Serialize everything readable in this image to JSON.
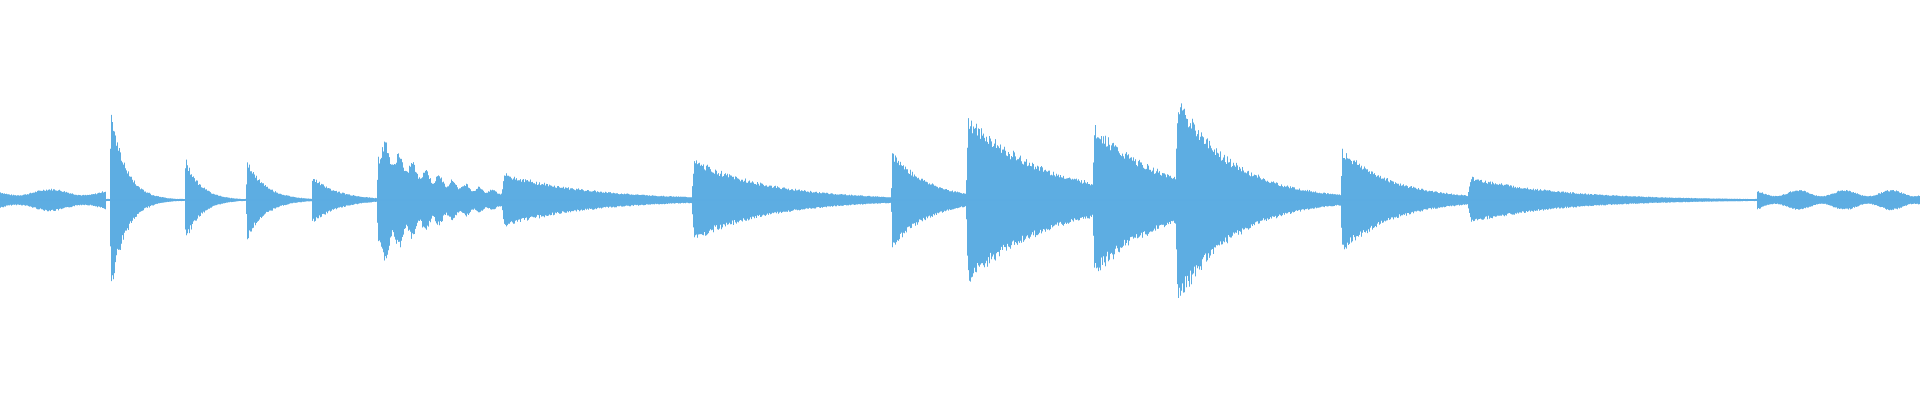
{
  "waveform": {
    "color": "#5DADE2",
    "background": "#FFFFFF",
    "baseline_amplitude": 0.01,
    "segments": [
      {
        "start": 0.0,
        "end": 0.055,
        "peak": 0.1,
        "decay": 0.0,
        "ripple": 0.55,
        "rippleFreq": 180
      },
      {
        "start": 0.057,
        "end": 0.096,
        "peak": 0.92,
        "decay": 5.0,
        "ripple": 0.1,
        "rippleFreq": 0
      },
      {
        "start": 0.096,
        "end": 0.128,
        "peak": 0.4,
        "decay": 4.0,
        "ripple": 0.05,
        "rippleFreq": 0
      },
      {
        "start": 0.128,
        "end": 0.162,
        "peak": 0.38,
        "decay": 3.5,
        "ripple": 0.05,
        "rippleFreq": 0
      },
      {
        "start": 0.162,
        "end": 0.196,
        "peak": 0.22,
        "decay": 2.5,
        "ripple": 0.05,
        "rippleFreq": 0
      },
      {
        "start": 0.196,
        "end": 0.261,
        "peak": 0.62,
        "decay": 2.0,
        "ripple": 0.35,
        "rippleFreq": 900
      },
      {
        "start": 0.261,
        "end": 0.36,
        "peak": 0.25,
        "decay": 2.2,
        "ripple": 0.05,
        "rippleFreq": 0
      },
      {
        "start": 0.36,
        "end": 0.464,
        "peak": 0.38,
        "decay": 2.6,
        "ripple": 0.05,
        "rippleFreq": 0
      },
      {
        "start": 0.464,
        "end": 0.503,
        "peak": 0.45,
        "decay": 2.0,
        "ripple": 0.05,
        "rippleFreq": 0
      },
      {
        "start": 0.503,
        "end": 0.569,
        "peak": 0.78,
        "decay": 1.6,
        "ripple": 0.05,
        "rippleFreq": 0
      },
      {
        "start": 0.569,
        "end": 0.612,
        "peak": 0.7,
        "decay": 1.2,
        "ripple": 0.05,
        "rippleFreq": 0
      },
      {
        "start": 0.612,
        "end": 0.698,
        "peak": 1.0,
        "decay": 3.0,
        "ripple": 0.05,
        "rippleFreq": 0
      },
      {
        "start": 0.698,
        "end": 0.764,
        "peak": 0.48,
        "decay": 2.4,
        "ripple": 0.05,
        "rippleFreq": 0
      },
      {
        "start": 0.764,
        "end": 0.915,
        "peak": 0.22,
        "decay": 3.2,
        "ripple": 0.05,
        "rippleFreq": 0
      },
      {
        "start": 0.915,
        "end": 1.0,
        "peak": 0.09,
        "decay": 0.0,
        "ripple": 0.6,
        "rippleFreq": 260
      }
    ]
  }
}
